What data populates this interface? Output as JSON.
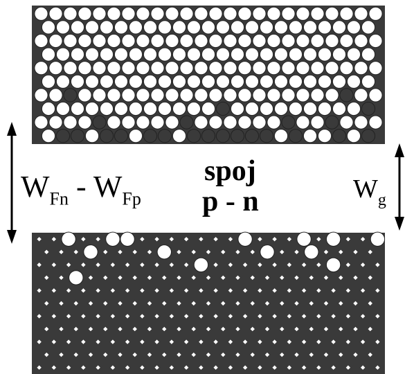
{
  "labels": {
    "left_main": "W",
    "left_sub1": "Fn",
    "left_sep": " - W",
    "left_sub2": "Fp",
    "right_main": "W",
    "right_sub": "g"
  },
  "center": {
    "line1": "spoj",
    "line2": "p - n"
  },
  "colors": {
    "ink": "#000000",
    "fill_dark": "#3a3a3a",
    "hole": "#ffffff"
  },
  "top_band": {
    "description_free": true,
    "rows": 10,
    "cols": 24,
    "dark_atoms": [
      [
        6,
        2
      ],
      [
        7,
        13
      ],
      [
        7,
        23
      ],
      [
        6,
        21
      ],
      [
        8,
        4
      ],
      [
        8,
        10
      ],
      [
        8,
        17
      ],
      [
        8,
        20
      ],
      [
        8,
        24
      ],
      [
        9,
        0
      ],
      [
        9,
        2
      ],
      [
        9,
        3
      ],
      [
        9,
        5
      ],
      [
        9,
        6
      ],
      [
        9,
        8
      ],
      [
        9,
        9
      ],
      [
        9,
        11
      ],
      [
        9,
        12
      ],
      [
        9,
        13
      ],
      [
        9,
        14
      ],
      [
        9,
        15
      ],
      [
        9,
        16
      ],
      [
        9,
        18
      ],
      [
        9,
        21
      ],
      [
        9,
        23
      ]
    ]
  },
  "bottom_band": {
    "rows": 11,
    "cols": 24,
    "holes": [
      [
        0,
        2
      ],
      [
        0,
        5
      ],
      [
        0,
        6
      ],
      [
        0,
        14
      ],
      [
        0,
        18
      ],
      [
        0,
        20
      ],
      [
        0,
        23
      ],
      [
        0,
        24
      ],
      [
        1,
        4
      ],
      [
        1,
        9
      ],
      [
        1,
        16
      ],
      [
        1,
        19
      ],
      [
        2,
        11
      ],
      [
        2,
        20
      ],
      [
        3,
        3
      ]
    ]
  }
}
